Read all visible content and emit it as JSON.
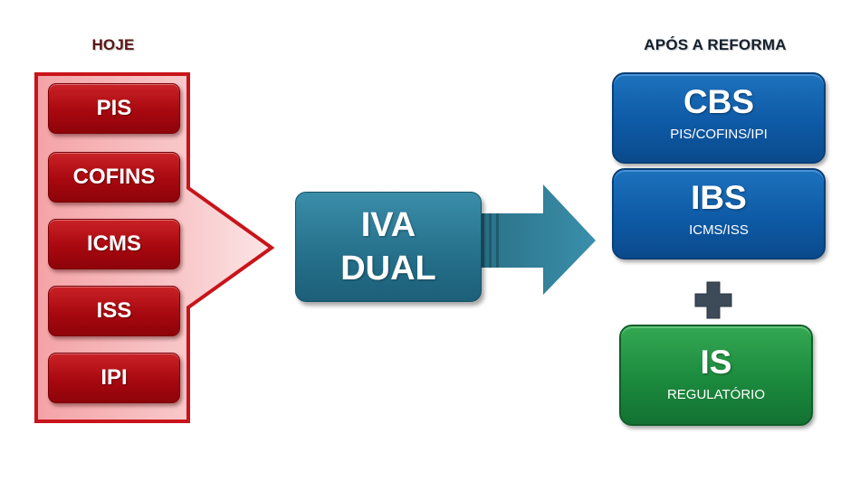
{
  "headings": {
    "left": "HOJE",
    "right": "APÓS A REFORMA"
  },
  "current_taxes": [
    "PIS",
    "COFINS",
    "ICMS",
    "ISS",
    "IPI"
  ],
  "center": {
    "line1": "IVA",
    "line2": "DUAL"
  },
  "results": [
    {
      "abbr": "CBS",
      "sub": "PIS/COFINS/IPI"
    },
    {
      "abbr": "IBS",
      "sub": "ICMS/ISS"
    }
  ],
  "selective_tax": {
    "abbr": "IS",
    "sub": "REGULATÓRIO"
  },
  "icons": {
    "plus": "plus-icon"
  },
  "colors": {
    "red": "#a8080f",
    "teal": "#256f8a",
    "blue": "#0e5aa6",
    "green": "#1b8a3d"
  }
}
